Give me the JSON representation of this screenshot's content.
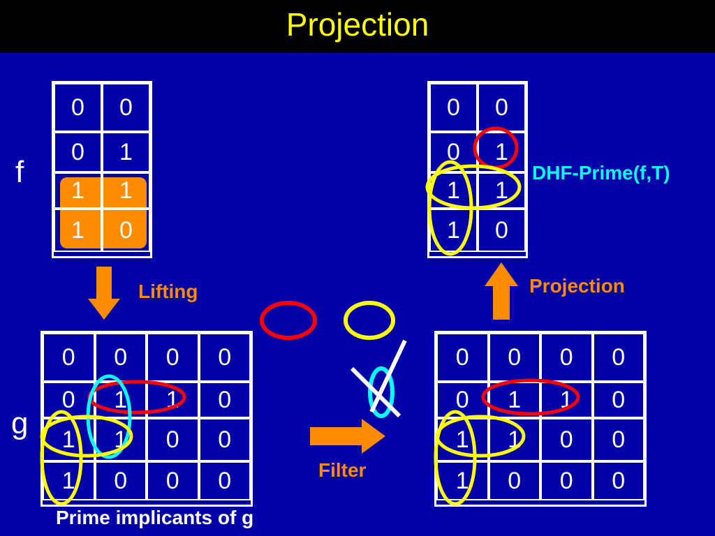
{
  "slide_title": "Projection",
  "f_label": "f",
  "g_label": "g",
  "f_map": [
    [
      "0",
      "0"
    ],
    [
      "0",
      "1"
    ],
    [
      "1",
      "1"
    ],
    [
      "1",
      "0"
    ]
  ],
  "f_proj_map": [
    [
      "0",
      "0"
    ],
    [
      "0",
      "1"
    ],
    [
      "1",
      "1"
    ],
    [
      "1",
      "0"
    ]
  ],
  "g_map": [
    [
      "0",
      "0",
      "0",
      "0"
    ],
    [
      "0",
      "1",
      "1",
      "0"
    ],
    [
      "1",
      "1",
      "0",
      "0"
    ],
    [
      "1",
      "0",
      "0",
      "0"
    ]
  ],
  "g_filtered_map": [
    [
      "0",
      "0",
      "0",
      "0"
    ],
    [
      "0",
      "1",
      "1",
      "0"
    ],
    [
      "1",
      "1",
      "0",
      "0"
    ],
    [
      "1",
      "0",
      "0",
      "0"
    ]
  ],
  "labels": {
    "lifting": "Lifting",
    "projection": "Projection",
    "filter": "Filter",
    "dhf_prime": "DHF-Prime(f,T)",
    "prime_implicants": "Prime implicants of g"
  },
  "colors": {
    "background": "#0000a8",
    "title": "#ffff00",
    "arrow": "#ff8c00",
    "red_implicant": "#ff0000",
    "yellow_implicant": "#ffff00",
    "cyan_implicant": "#00ffff"
  }
}
